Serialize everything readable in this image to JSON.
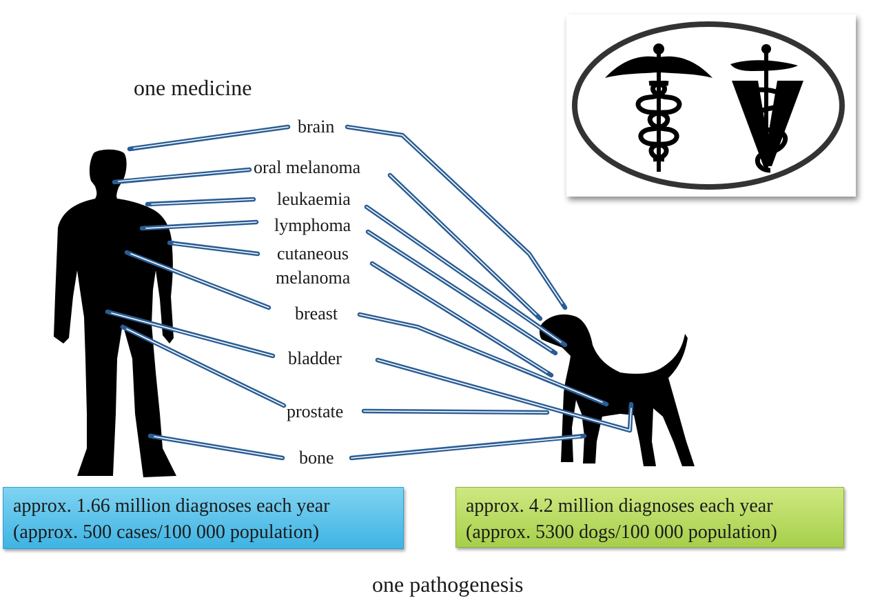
{
  "title_top": "one medicine",
  "title_bottom": "one pathogenesis",
  "cancers": {
    "brain": "brain",
    "oral_melanoma": "oral melanoma",
    "leukaemia": "leukaemia",
    "lymphoma": "lymphoma",
    "cutaneous_line1": "cutaneous",
    "cutaneous_line2": "melanoma",
    "breast": "breast",
    "bladder": "bladder",
    "prostate": "prostate",
    "bone": "bone"
  },
  "human_box": {
    "line1": "approx. 1.66 million diagnoses each year",
    "line2": "(approx. 500 cases/100 000 population)"
  },
  "dog_box": {
    "line1": "approx. 4.2 million diagnoses each year",
    "line2": "(approx. 5300 dogs/100 000 population)"
  },
  "logo": {
    "left_symbol": "caduceus-icon",
    "right_symbol": "veterinary-v-icon"
  },
  "colors": {
    "arrow": "#2a5d94",
    "human_box": "#4bbbe6",
    "dog_box": "#b2d65a",
    "silhouette": "#000000"
  }
}
